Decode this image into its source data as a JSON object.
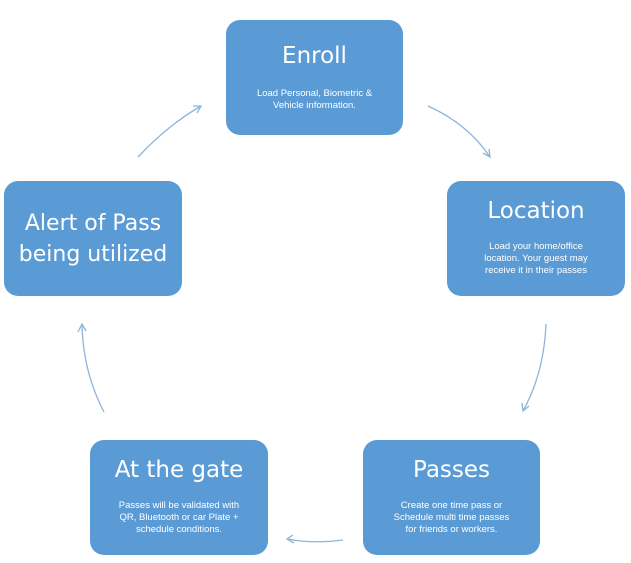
{
  "nodes": {
    "enroll": {
      "title": "Enroll",
      "desc": "Load Personal, Biometric &\nVehicle information."
    },
    "location": {
      "title": "Location",
      "desc": "Load your home/office\nlocation. Your guest may\nreceive it in their passes"
    },
    "passes": {
      "title": "Passes",
      "desc": "Create one time pass or\nSchedule multi time passes\nfor friends or workers."
    },
    "gate": {
      "title": "At the gate",
      "desc": "Passes will be validated with\nQR, Bluetooth or car Plate +\nschedule conditions."
    },
    "alert": {
      "title": "Alert of Pass\nbeing utilized"
    }
  },
  "colors": {
    "node_fill": "#5b9bd5",
    "node_text": "#ffffff",
    "arrow": "#8fb4d9"
  },
  "flow": [
    "enroll",
    "location",
    "passes",
    "gate",
    "alert",
    "enroll"
  ]
}
